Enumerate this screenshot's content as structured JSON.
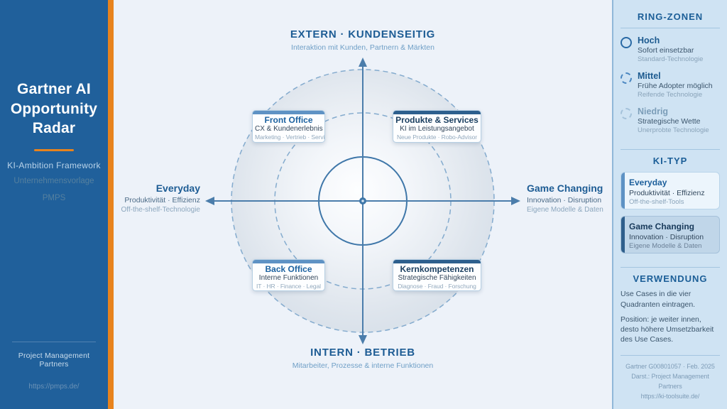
{
  "colors": {
    "sidebar_blue": "#20609b",
    "accent_orange": "#e8831d",
    "main_bg": "#edf2f9",
    "panel_bg": "#cfe3f3",
    "heading_blue": "#1b5e97",
    "navy": "#17395a",
    "axis_blue": "#4b7dab",
    "ring_dash_blue": "#84abce"
  },
  "sidebar": {
    "title": "Gartner AI Opportunity Radar",
    "subtitle": "KI-Ambition Framework",
    "meta1": "Unternehmensvorlage",
    "meta2": "PMPS",
    "footer_org": "Project Management Partners",
    "footer_url": "https://pmps.de/"
  },
  "radar": {
    "axis_top": {
      "title": "EXTERN · KUNDENSEITIG",
      "subtitle": "Interaktion mit Kunden, Partnern & Märkten"
    },
    "axis_bottom": {
      "title": "INTERN · BETRIEB",
      "subtitle": "Mitarbeiter, Prozesse & interne Funktionen"
    },
    "axis_left": {
      "title": "Everyday",
      "line1": "Produktivität · Effizienz",
      "line2": "Off-the-shelf-Technologie"
    },
    "axis_right": {
      "title": "Game Changing",
      "line1": "Innovation · Disruption",
      "line2": "Eigene Modelle & Daten"
    },
    "quadrants": [
      {
        "title": "Front Office",
        "line1": "CX & Kundenerlebnis",
        "line2": "Marketing · Vertrieb · Service",
        "accent": "light"
      },
      {
        "title": "Produkte & Services",
        "line1": "KI im Leistungsangebot",
        "line2": "Neue Produkte · Robo-Advisor",
        "accent": "dark"
      },
      {
        "title": "Back Office",
        "line1": "Interne Funktionen",
        "line2": "IT · HR · Finance · Legal",
        "accent": "light"
      },
      {
        "title": "Kernkompetenzen",
        "line1": "Strategische Fähigkeiten",
        "line2": "Diagnose · Fraud · Forschung",
        "accent": "dark"
      }
    ]
  },
  "panel": {
    "ring_zones": {
      "title": "RING-ZONEN",
      "items": [
        {
          "label": "Hoch",
          "line1": "Sofort einsetzbar",
          "line2": "Standard-Technologie",
          "ring": "solid"
        },
        {
          "label": "Mittel",
          "line1": "Frühe Adopter möglich",
          "line2": "Reifende Technologie",
          "ring": "dashed"
        },
        {
          "label": "Niedrig",
          "line1": "Strategische Wette",
          "line2": "Unerprobte Technologie",
          "ring": "dashed-faint"
        }
      ]
    },
    "ki_typ": {
      "title": "KI-TYP",
      "cards": [
        {
          "title": "Everyday",
          "line1": "Produktivität · Effizienz",
          "line2": "Off-the-shelf-Tools",
          "variant": "light"
        },
        {
          "title": "Game Changing",
          "line1": "Innovation · Disruption",
          "line2": "Eigene Modelle & Daten",
          "variant": "dark"
        }
      ]
    },
    "verwendung": {
      "title": "VERWENDUNG",
      "p1": "Use Cases in die vier Quadranten eintragen.",
      "p2": "Position: je weiter innen, desto höhere Umsetzbar­keit des Use Cases."
    },
    "footer": {
      "line1": "Gartner G00801057 · Feb. 2025",
      "line2": "Darst.: Project Management Partners",
      "line3": "https://ki-toolsuite.de/"
    }
  }
}
